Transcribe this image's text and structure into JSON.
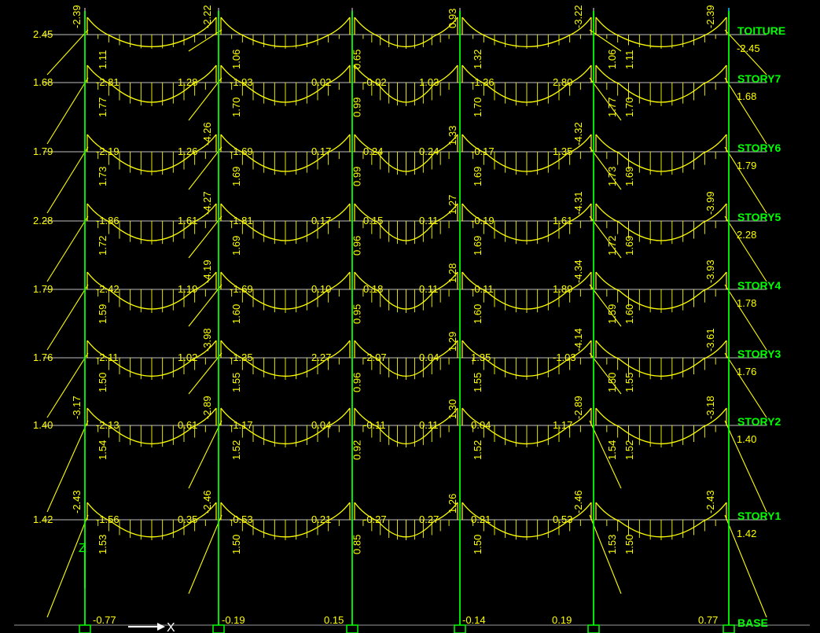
{
  "colors": {
    "background": "#000000",
    "column": "#00ff00",
    "beam_gray": "#9a9a9a",
    "moment": "#ffff00",
    "label": "#00ff00",
    "base_strip": "#bbbbbb",
    "axis_x": "#ffffff",
    "axis_z": "#00ff00",
    "cyan_tick": "#00c8ff"
  },
  "story_levels": [
    {
      "name": "TOITURE"
    },
    {
      "name": "STORY7"
    },
    {
      "name": "STORY6"
    },
    {
      "name": "STORY5"
    },
    {
      "name": "STORY4"
    },
    {
      "name": "STORY3"
    },
    {
      "name": "STORY2"
    },
    {
      "name": "STORY1"
    },
    {
      "name": "BASE"
    }
  ],
  "values": {
    "left_edge": [
      "2.45",
      "1.68",
      "1.79",
      "2.28",
      "1.79",
      "1.76",
      "1.40",
      "1.42"
    ],
    "right_edge": [
      "-2.45",
      "1.68",
      "1.79",
      "2.28",
      "1.78",
      "1.76",
      "1.40",
      "1.42"
    ],
    "base": [
      "-0.77",
      "-0.19",
      "0.15",
      "-0.14",
      "0.19",
      "0.77"
    ],
    "beam_end": [
      [
        "-2.81",
        "1.28",
        "-1.93",
        "0.02",
        "-0.02",
        "1.03",
        "-1.36",
        "2.80"
      ],
      [
        "-2.19",
        "1.26",
        "-1.69",
        "0.17",
        "0.24",
        "0.24",
        "-0.17",
        "1.35"
      ],
      [
        "-1.86",
        "1.61",
        "-1.81",
        "0.17",
        "0.15",
        "0.11",
        "-0.19",
        "1.61"
      ],
      [
        "-2.42",
        "1.19",
        "-1.69",
        "0.10",
        "0.18",
        "0.11",
        "-0.11",
        "1.89"
      ],
      [
        "-2.11",
        "1.02",
        "-1.35",
        "2.27",
        "-2.07",
        "0.04",
        "1.35",
        "-1.03"
      ],
      [
        "-2.13",
        "0.61",
        "-1.17",
        "0.04",
        "-0.11",
        "0.11",
        "0.04",
        "1.17"
      ],
      [
        "-1.56",
        "0.35",
        "-0.53",
        "0.21",
        "-0.27",
        "0.27",
        "0.21",
        "0.53"
      ]
    ],
    "beam_mid": [
      [
        "1.11",
        "1.06",
        "0.65",
        "1.32",
        "1.06",
        "1.11"
      ],
      [
        "1.77",
        "1.70",
        "0.99",
        "1.70",
        "1.77",
        "1.70"
      ],
      [
        "1.73",
        "1.69",
        "0.99",
        "1.69",
        "1.73",
        "1.69"
      ],
      [
        "1.72",
        "1.69",
        "0.96",
        "1.69",
        "1.72",
        "1.69"
      ],
      [
        "1.59",
        "1.60",
        "0.95",
        "1.60",
        "1.59",
        "1.60"
      ],
      [
        "1.50",
        "1.55",
        "0.96",
        "1.55",
        "1.50",
        "1.55"
      ],
      [
        "1.54",
        "1.52",
        "0.92",
        "1.52",
        "1.54",
        "1.52"
      ],
      [
        "1.53",
        "1.50",
        "0.85",
        "1.50",
        "1.53",
        "1.50"
      ]
    ],
    "column_top": [
      [
        "-2.39",
        "-2.22",
        "0.93",
        "-3.22",
        "-2.39"
      ],
      [
        "-4.26",
        "1.33",
        "-4.32"
      ],
      [
        "-4.27",
        "1.27",
        "-4.31",
        "-3.99"
      ],
      [
        "-4.19",
        "1.28",
        "-4.34",
        "-3.93"
      ],
      [
        "-3.98",
        "1.29",
        "-4.14",
        "-3.61"
      ],
      [
        "-3.17",
        "-2.89",
        "1.30",
        "-2.89",
        "-3.18"
      ],
      [
        "-2.43",
        "-2.46",
        "1.26",
        "-2.46",
        "-2.43"
      ]
    ]
  }
}
